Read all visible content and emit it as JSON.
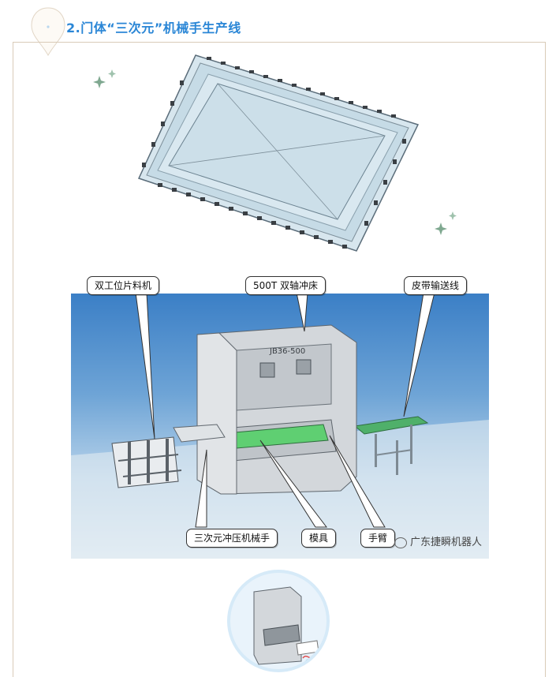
{
  "section": {
    "title": "2.门体“三次元”机械手生产线"
  },
  "machine_image": {
    "labels": {
      "feeder": "双工位片料机",
      "press": "500T 双轴冲床",
      "conveyor": "皮带输送线",
      "robot": "三次元冲压机械手",
      "die": "模具",
      "arm": "手臂"
    },
    "press_plate_text": "JB36-500",
    "watermark": "广东捷瞬机器人"
  },
  "icons": {
    "sparkle": "sparkle-icon",
    "wechat": "wechat-icon"
  },
  "colors": {
    "title_blue": "#2a86d6",
    "card_border": "#d9cbb8",
    "machine_bg": "#3b7fc6",
    "conveyor_green": "#4fb06a"
  }
}
